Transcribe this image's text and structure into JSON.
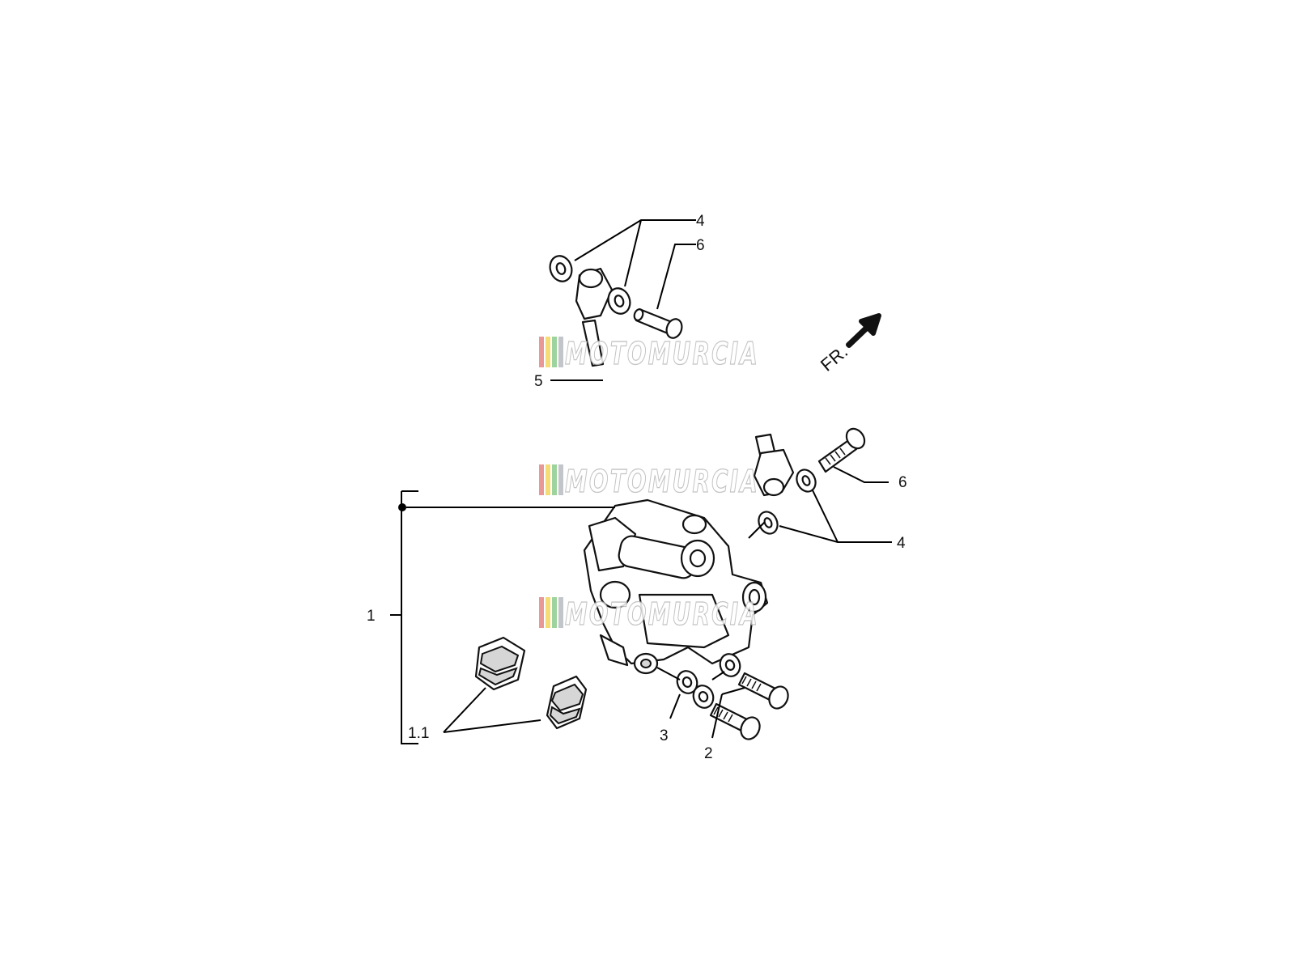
{
  "labels": {
    "top_washers": "4",
    "top_bolt": "6",
    "hose": "5",
    "right_bolt": "6",
    "right_washers": "4",
    "caliper": "1",
    "pads": "1.1",
    "washer": "3",
    "screws": "2"
  },
  "watermark": "MOTOMURCIA",
  "direction": {
    "text": "FR.",
    "icon": "arrow-up-right-icon"
  },
  "colors": {
    "watermark_stripes": [
      "#d9534f",
      "#f0c419",
      "#5cb85c",
      "#9aa0a6"
    ]
  }
}
